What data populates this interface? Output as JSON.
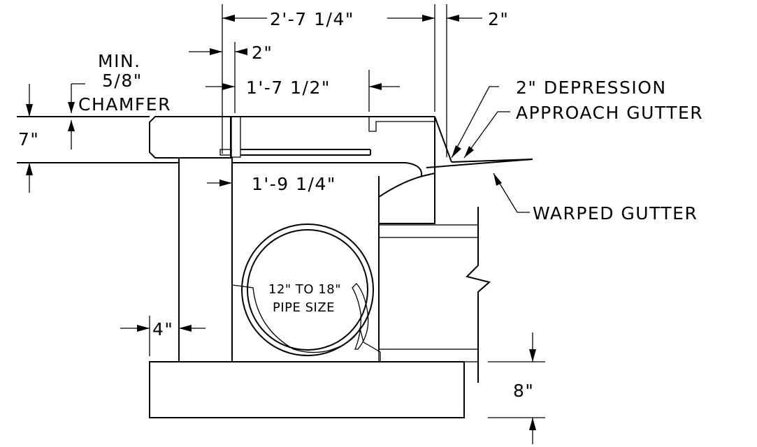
{
  "labels": {
    "dim_overall_width": "2'-7 1/4\"",
    "dim_right_offset": "2\"",
    "dim_top_offset": "2\"",
    "dim_grate_width": "1'-7 1/2\"",
    "dim_inside_width": "1'-9 1/4\"",
    "chamfer_line1": "MIN.",
    "chamfer_line2": "5/8\"",
    "chamfer_line3": "CHAMFER",
    "dim_curb_height": "7\"",
    "depression_label": "2\" DEPRESSION",
    "approach_gutter_label": "APPROACH GUTTER",
    "warped_gutter_label": "WARPED GUTTER",
    "pipe_label_line1": "12\" TO 18\"",
    "pipe_label_line2": "PIPE SIZE",
    "dim_wall_thickness": "4\"",
    "dim_footing_thickness": "8\""
  }
}
